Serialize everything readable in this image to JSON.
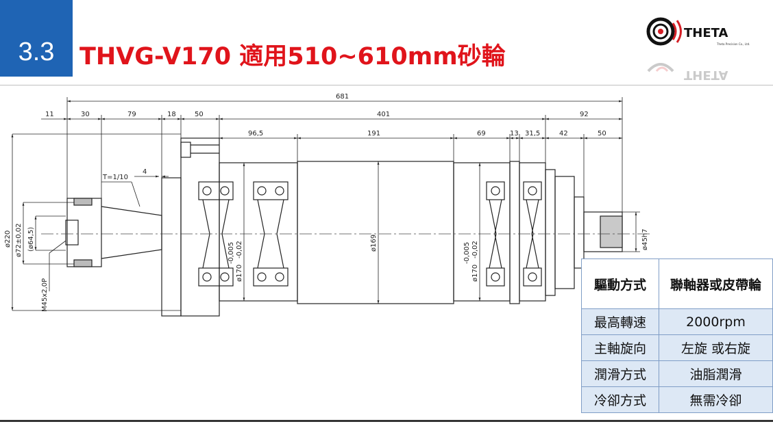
{
  "header": {
    "section_number": "3.3",
    "title": "THVG-V170 適用510~610mm砂輪"
  },
  "logo": {
    "brand": "THETA",
    "subtext": "Theta Precision Co., Ltd."
  },
  "colors": {
    "badge_blue": "#1f64b4",
    "title_red": "#e0141b",
    "table_blue": "#dde8f5"
  },
  "drawing": {
    "top_dims": {
      "overall": "681",
      "d11": "11",
      "d30": "30",
      "d79": "79",
      "d18": "18",
      "d50a": "50",
      "d401": "401",
      "d92": "92",
      "d96_5": "96,5",
      "d191": "191",
      "d69": "69",
      "d13": "13",
      "d31_5": "31,5",
      "d42": "42",
      "d50b": "50"
    },
    "taper": "T=1/10",
    "d4": "4",
    "left_dims": {
      "phi220": "ø220",
      "phi72": "ø72±0,02",
      "phi64_5": "(ø64,5)",
      "thread": "M45x2,0P"
    },
    "body_dims": {
      "phi170_left": "ø170",
      "tol_left_upper": "-0,005",
      "tol_left_lower": "-0,02",
      "phi169": "ø169",
      "phi170_right": "ø170",
      "tol_right_upper": "-0,005",
      "tol_right_lower": "-0,02",
      "phi45h7": "ø45h7"
    }
  },
  "spec_table": {
    "header": {
      "key": "驅動方式",
      "value": "聯軸器或皮帶輪"
    },
    "rows": [
      {
        "key": "最高轉速",
        "value": "2000rpm"
      },
      {
        "key": "主軸旋向",
        "value": "左旋 或右旋"
      },
      {
        "key": "潤滑方式",
        "value": "油脂潤滑"
      },
      {
        "key": "冷卻方式",
        "value": "無需冷卻"
      }
    ]
  }
}
